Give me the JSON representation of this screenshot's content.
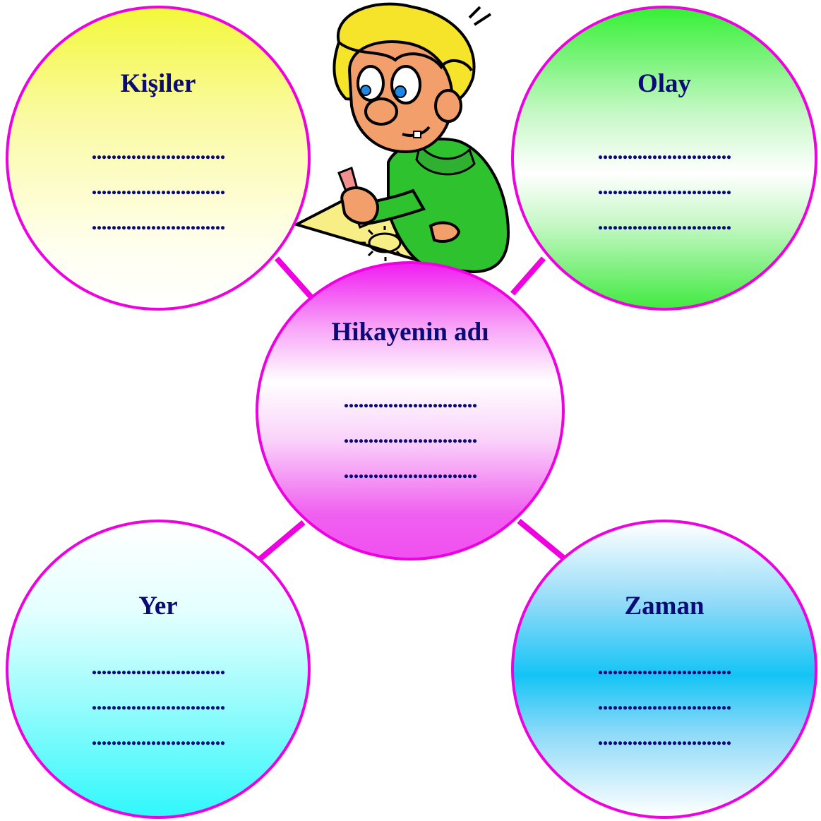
{
  "center": {
    "title": "Hikayenin adı",
    "lines": [
      "...........................",
      "...........................",
      "..........................."
    ]
  },
  "kisiler": {
    "title": "Kişiler",
    "lines": [
      "...........................",
      "...........................",
      "..........................."
    ]
  },
  "olay": {
    "title": "Olay",
    "lines": [
      "...........................",
      "...........................",
      "..........................."
    ]
  },
  "yer": {
    "title": "Yer",
    "lines": [
      "...........................",
      "...........................",
      "..........................."
    ]
  },
  "zaman": {
    "title": "Zaman",
    "lines": [
      "...........................",
      "...........................",
      "..........................."
    ]
  },
  "colors": {
    "border": "#ee00e0",
    "text": "#0b0b78",
    "kisiler_fill": "#f3f83a",
    "olay_fill": "#36f036",
    "center_fill": "#f01ef0",
    "yer_fill": "#30f8fc",
    "zaman_fill": "#14c4f6"
  },
  "illustration": {
    "icon": "boy-drawing-clipart"
  }
}
